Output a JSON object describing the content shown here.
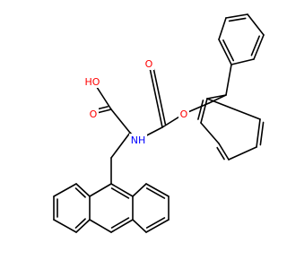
{
  "molecule": {
    "atoms": [
      {
        "id": "a1",
        "symbol": "HO"
      },
      {
        "id": "a2",
        "symbol": "O"
      },
      {
        "id": "a3",
        "symbol": "O"
      },
      {
        "id": "a4",
        "symbol": "O"
      },
      {
        "id": "a5",
        "symbol": "NH"
      }
    ]
  },
  "colors": {
    "bond": "#000000",
    "oxygen": "#ff0000",
    "nitrogen": "#0000ff",
    "background": "#ffffff"
  }
}
